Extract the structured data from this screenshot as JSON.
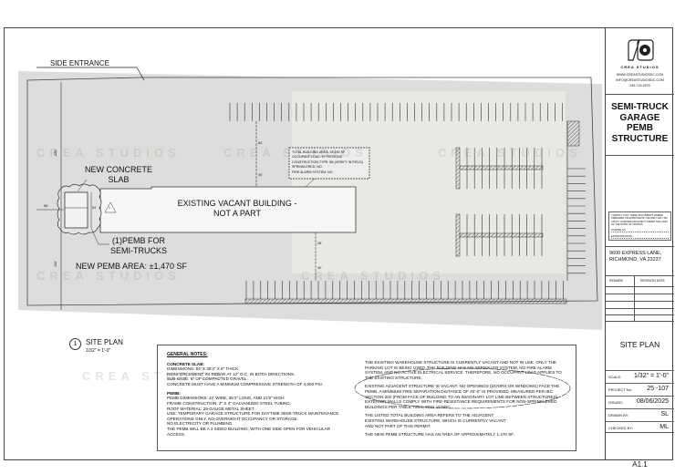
{
  "plan": {
    "side_entrance": "SIDE ENTRANCE",
    "new_slab": "NEW CONCRETE\nSLAB",
    "existing_building": "EXISTING VACANT BUILDING -\nNOT A PART",
    "pemb": "(1)PEMB FOR\nSEMI-TRUCKS",
    "pemb_area": "NEW PEMB AREA: ±1,470 SF",
    "dim_top": "220'",
    "dim_bottom": "130'",
    "dim_left": "56'",
    "dim_slab": "54'",
    "dim_a": "64'",
    "dim_b": "40'",
    "dim_c": "28'",
    "dim_d": "40'",
    "code_box": "TOTAL BUILDING AREA: 28,160 SF\nOCCUPANT LOAD: 97 PERSONS\nCONSTRUCTION TYPE: 5B (VERIFY IN FIELD)\nSPRINKLERED: NO\nFIRE ALARM SYSTEM: NO",
    "revision_mark": "1",
    "watermark": "CREA STUDIOS"
  },
  "view": {
    "number": "1",
    "title": "SITE PLAN",
    "scale": "1/32\" = 1'-0\""
  },
  "general_notes": {
    "heading": "GENERAL NOTES:",
    "slab_heading": "CONCRETE SLAB:",
    "slab_text": "DIMENSIONS: 54' X 35'3\" X 8\" THICK.\nREINFORCEMENT: #4 REBAR AT 12\" O.C. IN BOTH DIRECTIONS.\nSUB-BASE: 6\" OF COMPACTED GRAVEL.\nCONCRETE MUST HAVE A MINIMUM COMPRESSIVE STRENGTH OF 4,000 PSI.",
    "pemb_heading": "PEMB:",
    "pemb_text": "PEMB DIMENSIONS: 42' WIDE, 35'2\" LONG, AND 21'8\" HIGH.\nFRAME CONSTRUCTION: 2\" X 4\" GALVANIZED STEEL TUBING.\nROOF MATERIAL: 29-GAUGE METAL SHEET.\nUSE: TEMPORARY GARAGE STRUCTURE FOR DAYTIME SEMI-TRUCK MAINTENANCE\nOPERATIONS ONLY. NO OVERNIGHT OCCUPANCY OR STORAGE.\nNO ELECTRICITY OR PLUMBING.\nTHE PEMB WILL BE A 3 SIDED BUILDING, WITH ONE SIDE OPEN FOR VEHICULAR ACCESS."
  },
  "right_notes": [
    "THE EXISTING WAREHOUSE STRUCTURE IS CURRENTLY VACANT AND NOT IN USE. ONLY THE PARKING LOT IS BEING USED. THE BUILDING HAS NO SPRINKLER SYSTEM, NO FIRE ALARM SYSTEM, AND NO ACTIVE ELECTRICAL SERVICE. THEREFORE, NO OCCUPANT LOAD APPLIES TO THE EXISTING STRUCTURE.",
    "EXISTING ADJACENT STRUCTURE IS VACANT. NO OPENINGS (DOORS OR WINDOWS) FACE THE PEMB. A MINIMUM FIRE SEPARATION DISTANCE OF 20'-0\" IS PROVIDED, MEASURED PER IBC SECTION 202 (FROM FACE OF BUILDING TO AN IMAGINARY LOT LINE BETWEEN STRUCTURES). EXTERIOR WALLS COMPLY WITH FIRE-RESISTANCE REQUIREMENTS FOR NON-SPRINKLERED BUILDINGS PER TABLE 705.5, 2021 VUSBC.",
    "THE LISTED TOTAL BUILDING AREA REFERS TO THE ADJACENT EXISTING WAREHOUSE STRUCTURE, WHICH IS CURRENTLY VACANT AND NOT PART OF THIS PERMIT.",
    "THE NEW PEMB STRUCTURE HAS AN AREA OF APPROXIMATELY 1,470 SF."
  ],
  "title_block": {
    "firm": "CREA STUDIOS",
    "website": "WWW.CREASTUDIOSDC.COM",
    "email": "INFO@CREASTUDIOSDC.COM",
    "phone": "240-715-2976",
    "project_title": "SEMI-TRUCK GARAGE PEMB STRUCTURE",
    "certification": "I CERTIFY THAT THESE DOCUMENTS WHERE PREPARED OR APPROVED BY ME AND THAT I AM A DULY LICENSED ARCHITECT UNDER THE LAWS OF THE STATE OF VIRGINIA.",
    "license_label": "LICENSE NO.:",
    "expiration_label": "EXPIRATION DATE:",
    "address_1": "9600 EXPRESS LANE,",
    "address_2": "RICHMOND, VA 23237",
    "remark_header": "REMARK",
    "revision_header": "REVISION DATE",
    "sheet_title": "SITE PLAN",
    "fields": [
      {
        "label": "SCALE:",
        "value": "1/32\" = 1'-0\""
      },
      {
        "label": "PROJECT No:",
        "value": "25 -107"
      },
      {
        "label": "ISSUED:",
        "value": "08/06/2025"
      },
      {
        "label": "DRAWN BY:",
        "value": "SL"
      },
      {
        "label": "CHECKED BY:",
        "value": "ML"
      }
    ],
    "sheet_number": "A1.1"
  }
}
